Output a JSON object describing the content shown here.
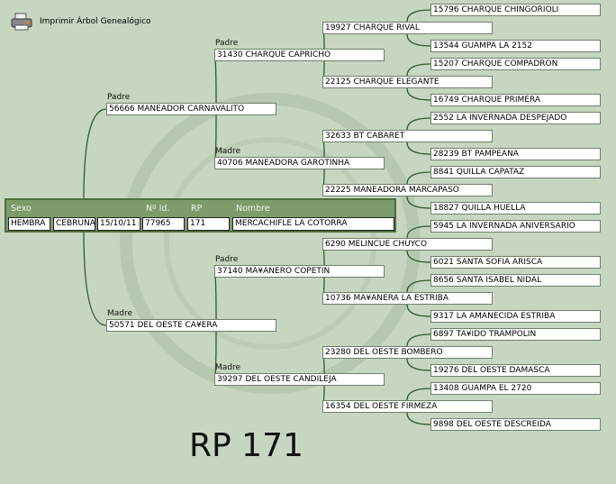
{
  "toolbar": {
    "print_label": "Imprimir Árbol Genealógico",
    "icon": "printer-icon"
  },
  "subject": {
    "headers": {
      "sexo": "Sexo",
      "id": "Nº Id.",
      "rp": "RP",
      "nombre": "Nombre"
    },
    "sexo": "HEMBRA",
    "pelaje": "CEBRUNA",
    "fecha": "15/10/11",
    "id": "77965",
    "rp": "171",
    "nombre": "MERCACHIFLE LA COTORRA"
  },
  "labels": {
    "padre": "Padre",
    "madre": "Madre"
  },
  "gen1": [
    "56666 MANEADOR CARNAVALITO",
    "50571 DEL OESTE CA¥ERA"
  ],
  "gen2": [
    "31430 CHARQUE CAPRICHO",
    "40706 MANEADORA GAROTINHA",
    "37140 MA¥ANERO COPETIN",
    "39297 DEL OESTE CANDILEJA"
  ],
  "gen3": [
    "19927 CHARQUE RIVAL",
    "22125 CHARQUE ELEGANTE",
    "32633 BT CABARET",
    "22225 MANEADORA MARCAPASO",
    "6290 MELINCUE CHUYCO",
    "10736 MA¥ANERA LA ESTRIBA",
    "23280 DEL OESTE BOMBERO",
    "16354 DEL OESTE FIRMEZA"
  ],
  "gen4": [
    "15796 CHARQUE CHINGORIOLI",
    "13544 GUAMPA LA 2152",
    "15207 CHARQUE COMPADRON",
    "16749 CHARQUE PRIMERA",
    "2552 LA INVERNADA DESPEJADO",
    "28239 BT PAMPEANA",
    "8841 QUILLA CAPATAZ",
    "18827 QUILLA HUELLA",
    "5945 LA INVERNADA ANIVERSARIO",
    "6021 SANTA SOFIA ARISCA",
    "8656 SANTA ISABEL NIDAL",
    "9317 LA AMANECIDA ESTRIBA",
    "6897 TA¥IDO TRAMPOLIN",
    "19276 DEL OESTE DAMASCA",
    "13408 GUAMPA EL 2720",
    "9898 DEL OESTE DESCREIDA"
  ],
  "footer": {
    "rp_title": "RP 171"
  },
  "colors": {
    "background": "#c7d6c0",
    "panel": "#7e9c6a",
    "line": "#2e5a2a"
  }
}
